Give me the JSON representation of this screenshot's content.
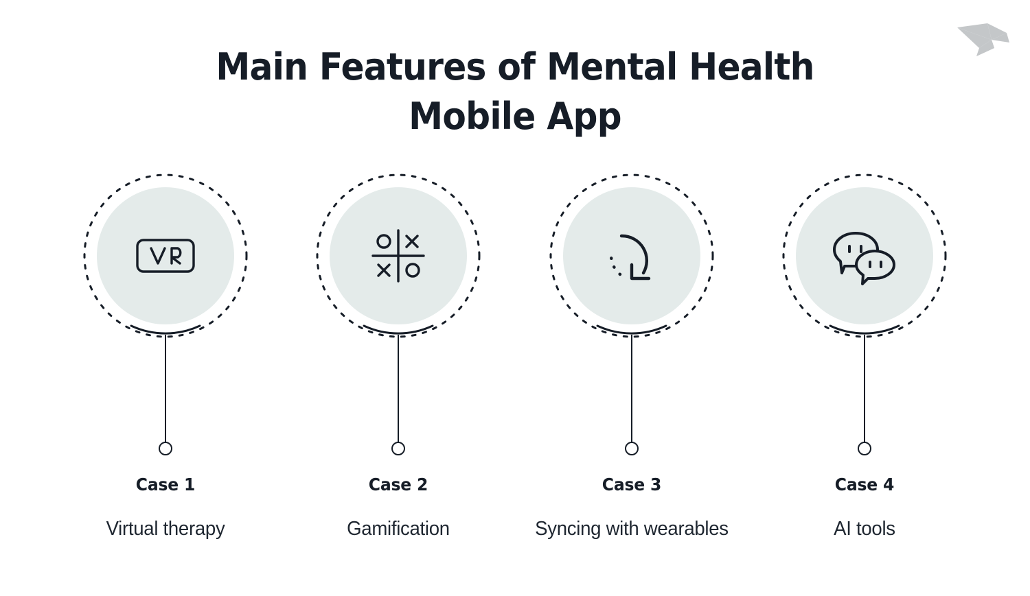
{
  "page": {
    "background_color": "#ffffff",
    "title": "Main Features of Mental Health Mobile App",
    "title_line_1": "Main Features of Mental Health",
    "title_line_2": "Mobile App",
    "title_color": "#161d27"
  },
  "logo": {
    "name": "origami-bird-logo",
    "color": "#c4c7c9"
  },
  "theme": {
    "circle_fill": "#e4ebea",
    "stroke": "#161d27",
    "text": "#1e2630"
  },
  "cases": [
    {
      "title": "Case 1",
      "description": "Virtual therapy",
      "icon": "vr-headset-icon",
      "icon_label": "VR"
    },
    {
      "title": "Case 2",
      "description": "Gamification",
      "icon": "tic-tac-toe-icon",
      "icon_label": "O X / X O"
    },
    {
      "title": "Case 3",
      "description": "Syncing with wearables",
      "icon": "sync-refresh-icon",
      "icon_label": ""
    },
    {
      "title": "Case 4",
      "description": "AI tools",
      "icon": "chat-bubbles-icon",
      "icon_label": ""
    }
  ]
}
